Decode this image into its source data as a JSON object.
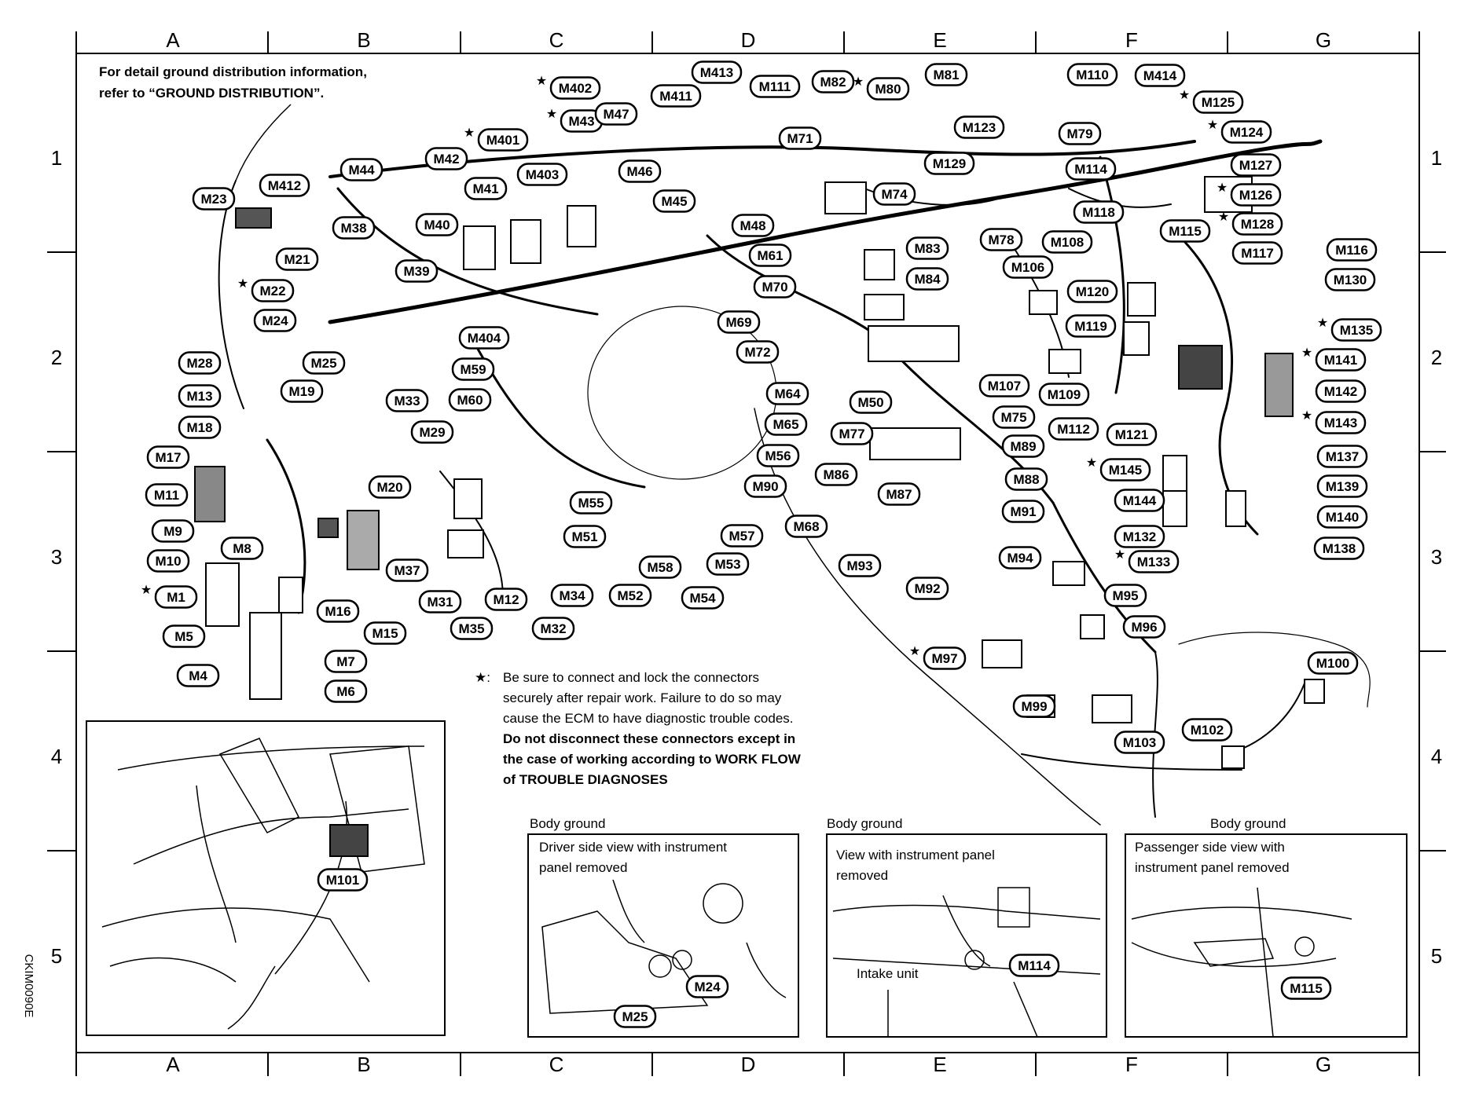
{
  "grid": {
    "columns": [
      "A",
      "B",
      "C",
      "D",
      "E",
      "F",
      "G"
    ],
    "rows": [
      "1",
      "2",
      "3",
      "4",
      "5"
    ]
  },
  "note_ground": [
    "For detail ground distribution information,",
    "refer to “GROUND DISTRIBUTION”."
  ],
  "note_star": {
    "star": "★:",
    "lines": [
      "Be sure to connect and lock the connectors",
      "securely after repair work. Failure to do so may",
      "cause the ECM to have diagnostic trouble codes."
    ],
    "bold_lines": [
      "Do not disconnect these connectors except in",
      "the case of working according to WORK FLOW",
      "of TROUBLE DIAGNOSES"
    ]
  },
  "insets": {
    "driver": {
      "heading": "Body ground",
      "caption": [
        "Driver side view with instrument",
        "panel removed"
      ],
      "labels": [
        "M24",
        "M25"
      ]
    },
    "center": {
      "heading": "Body ground",
      "caption": [
        "View with instrument panel",
        "removed"
      ],
      "sublabel": "Intake unit",
      "labels": [
        "M114"
      ]
    },
    "passenger": {
      "heading": "Body ground",
      "caption": [
        "Passenger side view with",
        "instrument panel removed"
      ],
      "labels": [
        "M115"
      ]
    },
    "seat": {
      "labels": [
        "M101"
      ]
    }
  },
  "figure_code": "CKIM0090E",
  "connectors": [
    "M1",
    "M4",
    "M5",
    "M6",
    "M7",
    "M8",
    "M9",
    "M10",
    "M11",
    "M12",
    "M13",
    "M15",
    "M16",
    "M17",
    "M18",
    "M19",
    "M20",
    "M21",
    "M22",
    "M23",
    "M24",
    "M25",
    "M28",
    "M29",
    "M31",
    "M32",
    "M33",
    "M34",
    "M35",
    "M37",
    "M38",
    "M39",
    "M40",
    "M41",
    "M42",
    "M43",
    "M44",
    "M45",
    "M46",
    "M47",
    "M48",
    "M50",
    "M51",
    "M52",
    "M53",
    "M54",
    "M55",
    "M56",
    "M57",
    "M58",
    "M59",
    "M60",
    "M61",
    "M64",
    "M65",
    "M68",
    "M69",
    "M70",
    "M71",
    "M72",
    "M74",
    "M75",
    "M77",
    "M78",
    "M79",
    "M80",
    "M81",
    "M82",
    "M83",
    "M84",
    "M86",
    "M87",
    "M88",
    "M89",
    "M90",
    "M91",
    "M92",
    "M93",
    "M94",
    "M95",
    "M96",
    "M97",
    "M99",
    "M100",
    "M102",
    "M103",
    "M106",
    "M107",
    "M108",
    "M109",
    "M110",
    "M111",
    "M112",
    "M114",
    "M115",
    "M116",
    "M117",
    "M118",
    "M119",
    "M120",
    "M121",
    "M123",
    "M124",
    "M125",
    "M126",
    "M127",
    "M128",
    "M129",
    "M130",
    "M132",
    "M133",
    "M135",
    "M137",
    "M138",
    "M139",
    "M140",
    "M141",
    "M142",
    "M143",
    "M144",
    "M145",
    "M401",
    "M402",
    "M403",
    "M404",
    "M411",
    "M412",
    "M413",
    "M414"
  ],
  "starred": [
    "M1",
    "M22",
    "M43",
    "M80",
    "M97",
    "M124",
    "M125",
    "M126",
    "M128",
    "M133",
    "M135",
    "M141",
    "M143",
    "M145",
    "M401",
    "M402"
  ]
}
